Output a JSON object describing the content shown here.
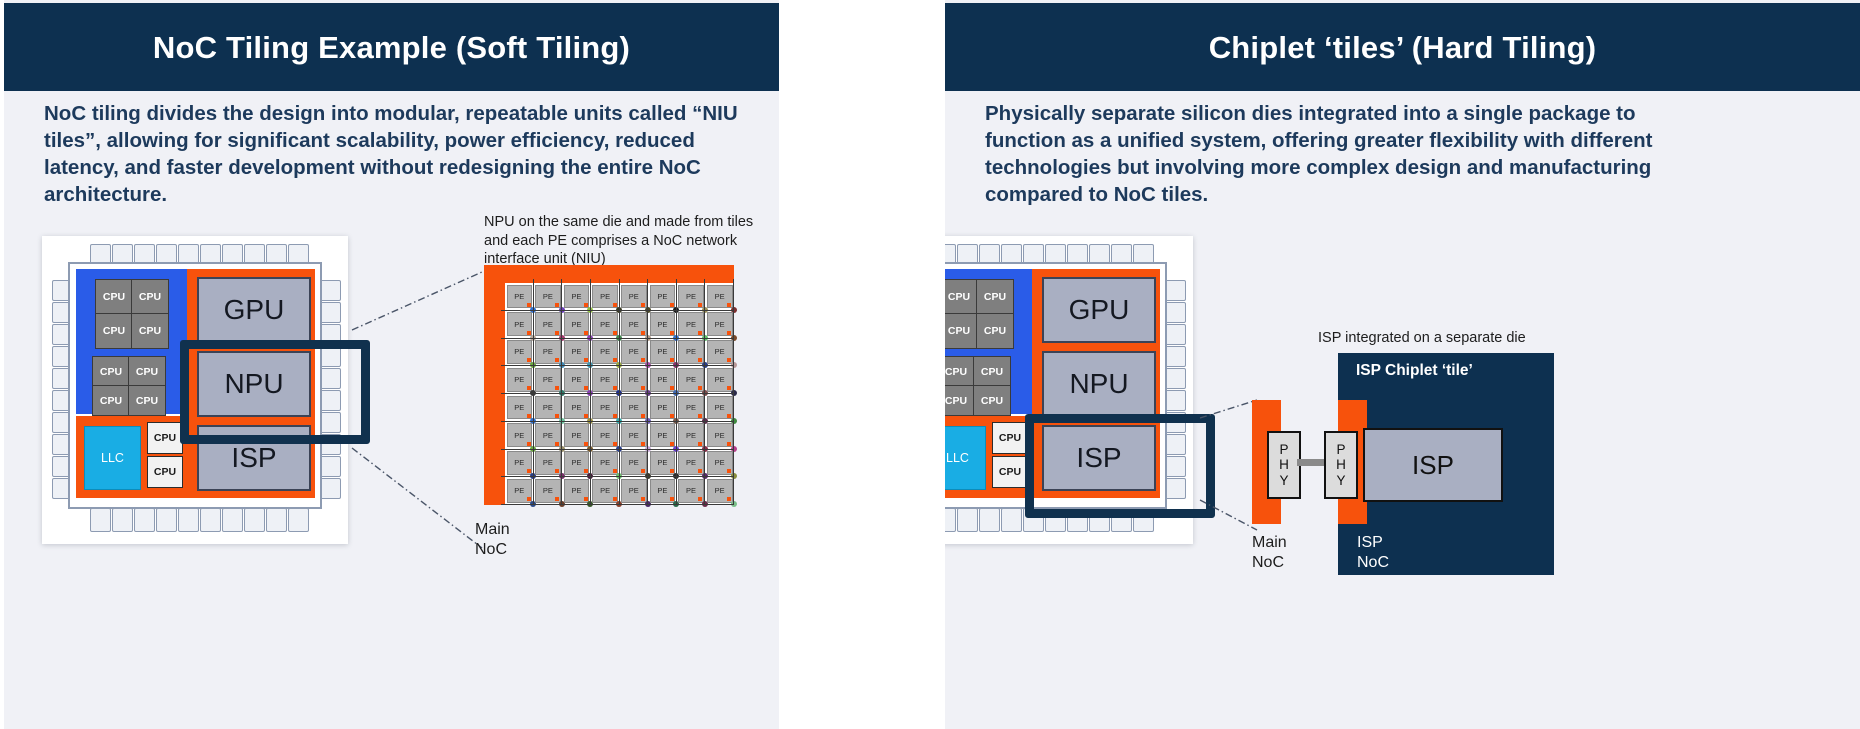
{
  "left_panel": {
    "title": "NoC Tiling Example (Soft Tiling)",
    "description": "NoC tiling divides the design into modular, repeatable units called “NIU tiles”, allowing for significant scalability, power efficiency, reduced latency, and faster development without redesigning the entire NoC architecture.",
    "soc": {
      "cpu_label": "CPU",
      "llc_label": "LLC",
      "gpu_label": "GPU",
      "npu_label": "NPU",
      "isp_label": "ISP",
      "cpu_cluster_count": 8,
      "small_cpu_count": 2
    },
    "callout_note": "NPU on the same die and made from tiles and each PE comprises a NoC network interface unit (NIU)",
    "mesh": {
      "pe_label": "PE",
      "columns": 8,
      "rows": 8
    },
    "main_noc_label": "Main\nNoC",
    "main_noc_line1": "Main",
    "main_noc_line2": "NoC"
  },
  "right_panel": {
    "title": "Chiplet ‘tiles’ (Hard Tiling)",
    "description": "Physically separate silicon dies integrated into a single package to function as a unified system, offering greater flexibility with different technologies but involving more complex design and manufacturing compared to NoC tiles.",
    "soc": {
      "cpu_label": "CPU",
      "llc_label": "LLC",
      "gpu_label": "GPU",
      "npu_label": "NPU",
      "isp_label": "ISP"
    },
    "callout_note": "ISP integrated on a separate die",
    "chiplet_title": "ISP Chiplet ‘tile’",
    "phy_label_1": "P",
    "phy_label_2": "H",
    "phy_label_3": "Y",
    "isp_chip_label": "ISP",
    "main_noc_line1": "Main",
    "main_noc_line2": "NoC",
    "isp_noc_line1": "ISP",
    "isp_noc_line2": "NoC"
  },
  "colors": {
    "header_navy": "#0d3050",
    "panel_bg": "#f0f1f6",
    "accent_orange": "#f7520c",
    "cpu_blue": "#2a5ce8",
    "llc_cyan": "#19ade4",
    "block_gray": "#a9afc2",
    "text_navy": "#1d3a5c"
  }
}
